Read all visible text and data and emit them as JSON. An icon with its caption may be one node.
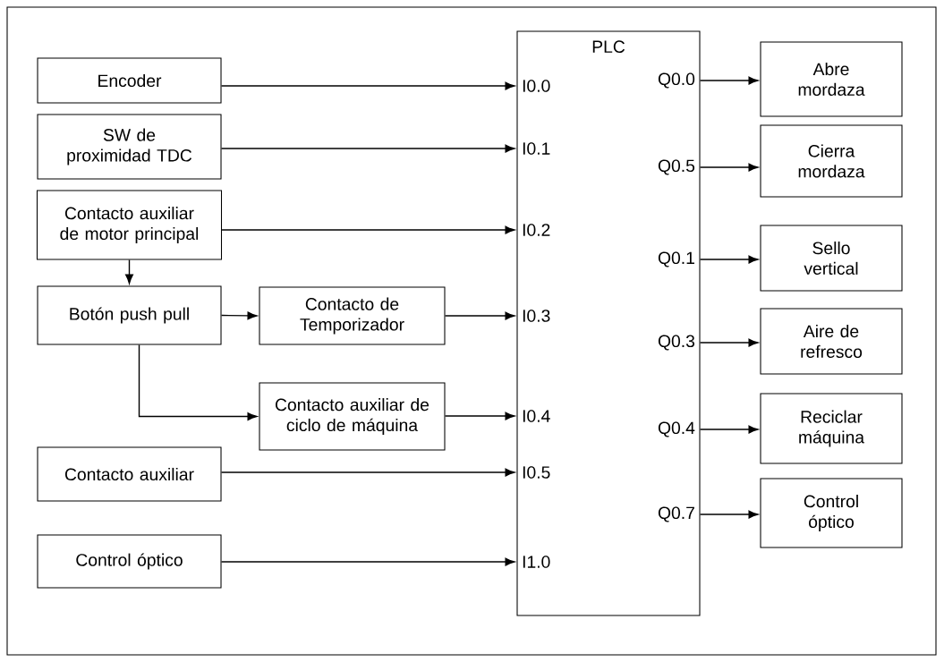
{
  "diagram": {
    "nodes": [
      {
        "text": [
          "Encoder"
        ]
      },
      {
        "text": [
          "SW de proximidad TDC"
        ]
      },
      {
        "text": [
          "Contacto auxiliar de motor principal"
        ]
      },
      {
        "text": [
          "Botón push pull"
        ]
      },
      {
        "text": [
          "Contacto de Temporizador"
        ]
      },
      {
        "text": [
          "Contacto auxiliar de ciclo de máquina"
        ]
      },
      {
        "text": [
          "Contacto auxiliar"
        ]
      },
      {
        "text": [
          "Control óptico"
        ]
      },
      {
        "text": [
          "PLC"
        ]
      },
      {
        "text": [
          "I0.0"
        ],
        "in": 8
      },
      {
        "text": [
          "I0.1"
        ],
        "in": 8
      },
      {
        "text": [
          "I0.2"
        ],
        "in": 8
      },
      {
        "text": [
          "I0.3"
        ],
        "in": 8
      },
      {
        "text": [
          "I0.4"
        ],
        "in": 8
      },
      {
        "text": [
          "I0.5"
        ],
        "in": 8
      },
      {
        "text": [
          "I1.0"
        ],
        "in": 8
      },
      {
        "text": [
          "Q0.0"
        ],
        "in": 8
      },
      {
        "text": [
          "Q0.5"
        ],
        "in": 8
      },
      {
        "text": [
          "Q0.1"
        ],
        "in": 8
      },
      {
        "text": [
          "Q0.3"
        ],
        "in": 8
      },
      {
        "text": [
          "Q0.4"
        ],
        "in": 8
      },
      {
        "text": [
          "Q0.7"
        ],
        "in": 8
      },
      {
        "text": [
          "Abre mordaza"
        ]
      },
      {
        "text": [
          "Cierra mordaza"
        ]
      },
      {
        "text": [
          "Sello vertical"
        ]
      },
      {
        "text": [
          "Aire de refresco"
        ]
      },
      {
        "text": [
          "Reciclar máquina"
        ]
      },
      {
        "text": [
          "Control óptico"
        ]
      }
    ],
    "edges": [
      {
        "from": 0,
        "to": 9,
        "arrow": "to"
      },
      {
        "from": 1,
        "to": 10,
        "arrow": "to"
      },
      {
        "from": 2,
        "to": 11,
        "arrow": "to"
      },
      {
        "from": 2,
        "to": 3,
        "arrow": "to"
      },
      {
        "from": 3,
        "to": 4,
        "arrow": "to"
      },
      {
        "from": 4,
        "to": 12,
        "arrow": "to"
      },
      {
        "from": 3,
        "to": 5,
        "arrow": "to"
      },
      {
        "from": 5,
        "to": 13,
        "arrow": "to"
      },
      {
        "from": 6,
        "to": 14,
        "arrow": "to"
      },
      {
        "from": 7,
        "to": 15,
        "arrow": "to"
      },
      {
        "from": 16,
        "to": 22,
        "arrow": "to"
      },
      {
        "from": 17,
        "to": 23,
        "arrow": "to"
      },
      {
        "from": 18,
        "to": 24,
        "arrow": "to"
      },
      {
        "from": 19,
        "to": 25,
        "arrow": "to"
      },
      {
        "from": 20,
        "to": 26,
        "arrow": "to"
      },
      {
        "from": 21,
        "to": 27,
        "arrow": "to"
      }
    ]
  }
}
